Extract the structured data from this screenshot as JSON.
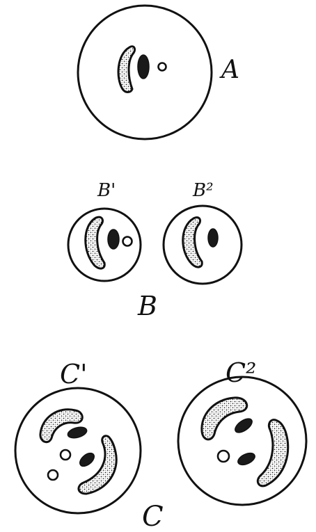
{
  "labels": {
    "a": "A",
    "b1": "B'",
    "b2": "B²",
    "b": "B",
    "c1": "C'",
    "c2": "C²",
    "c": "C"
  }
}
